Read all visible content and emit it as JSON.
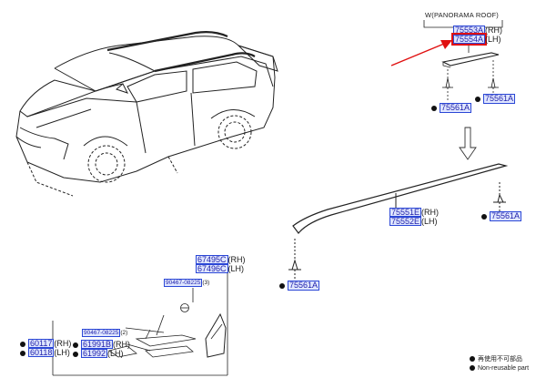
{
  "heading": "W(PANORAMA ROOF)",
  "labels": {
    "p75553A": "75553A",
    "p75553A_side": "(RH)",
    "p75554A": "75554A",
    "p75554A_side": "(LH)",
    "p75561A": "75561A",
    "p75551E": "75551E",
    "p75551E_side": "(RH)",
    "p75552E": "75552E",
    "p75552E_side": "(LH)",
    "p67495C": "67495C",
    "p67495C_side": "(RH)",
    "p67496C": "67496C",
    "p67496C_side": "(LH)",
    "p90467_a": "90467-08225",
    "p90467_a_qty": "(3)",
    "p90467_b": "90467-08225",
    "p90467_b_qty": "(2)",
    "p60117": "60117",
    "p60117_side": "(RH)",
    "p60118": "60118",
    "p60118_side": "(LH)",
    "p61991B": "61991B",
    "p61991B_side": "(RH)",
    "p61992": "61992",
    "p61992_side": "(LH)"
  },
  "legend": {
    "line1": "再使用不可部品",
    "line2": "Non-reusable part"
  },
  "colors": {
    "part_box_fill": "#dfe6ff",
    "part_box_border": "#2b47d6",
    "highlight": "#e01010"
  }
}
